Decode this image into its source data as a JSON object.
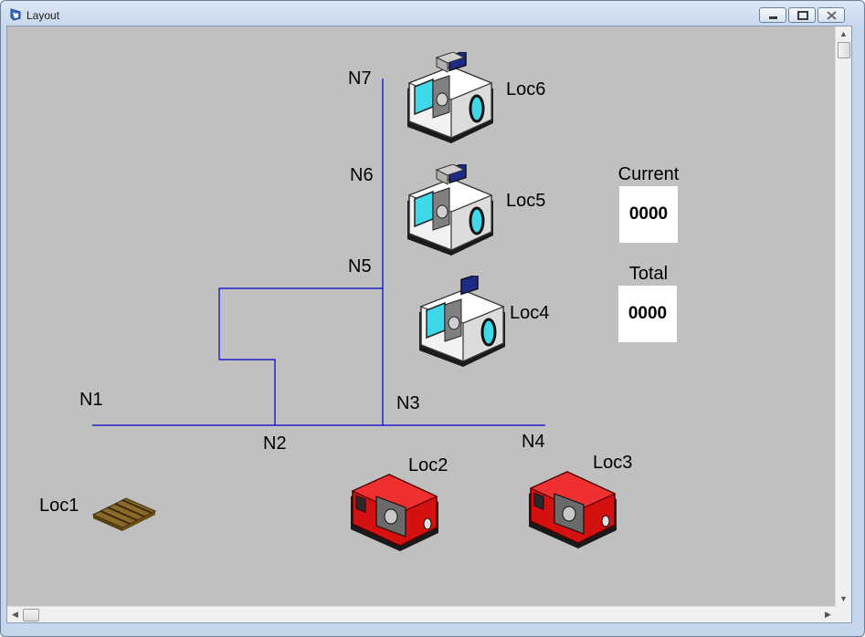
{
  "window": {
    "title": "Layout"
  },
  "nodes": [
    {
      "id": "n1",
      "label": "N1"
    },
    {
      "id": "n2",
      "label": "N2"
    },
    {
      "id": "n3",
      "label": "N3"
    },
    {
      "id": "n4",
      "label": "N4"
    },
    {
      "id": "n5",
      "label": "N5"
    },
    {
      "id": "n6",
      "label": "N6"
    },
    {
      "id": "n7",
      "label": "N7"
    }
  ],
  "locations": {
    "loc1": "Loc1",
    "loc2": "Loc2",
    "loc3": "Loc3",
    "loc4": "Loc4",
    "loc5": "Loc5",
    "loc6": "Loc6"
  },
  "counters": {
    "current": {
      "label": "Current",
      "value": "0000"
    },
    "total": {
      "label": "Total",
      "value": "0000"
    }
  },
  "colors": {
    "path": "#0000c8",
    "background": "#c0c0c0",
    "machine_white": "#f4f4f4",
    "machine_red": "#d41010"
  }
}
